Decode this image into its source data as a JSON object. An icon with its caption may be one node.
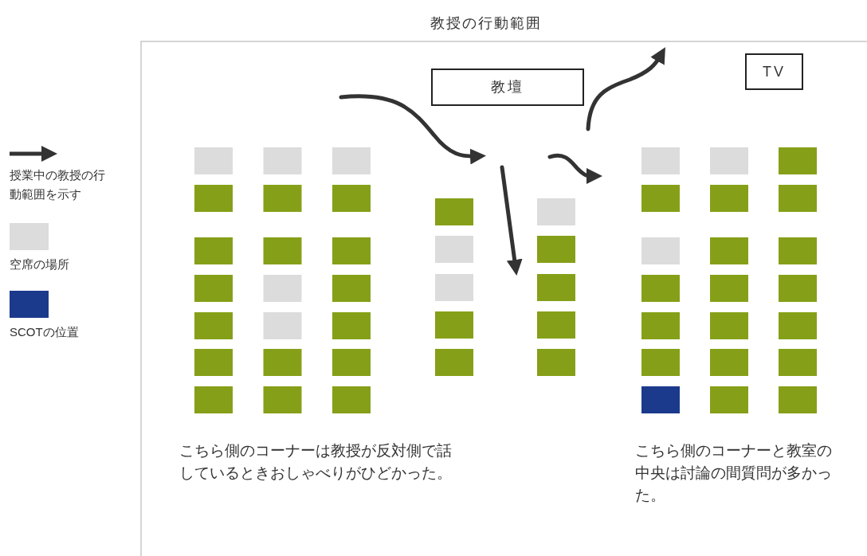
{
  "diagram": {
    "title": "教授の行動範囲",
    "nodes": [
      {
        "text": [
          "教壇"
        ]
      },
      {
        "text": [
          "TV"
        ]
      }
    ],
    "labels": [
      "こちら側のコーナーは教授が反対側で話しているときおしゃべりがひどかった。",
      "こちら側のコーナーと教室の中央は討論の間質問が多かった。"
    ],
    "legend": [
      {
        "text": "授業中の教授の行動範囲を示す"
      },
      {
        "text": "空席の場所",
        "color": "#dcdcdc"
      },
      {
        "text": "SCOTの位置",
        "color": "#1b3a8c"
      }
    ]
  }
}
